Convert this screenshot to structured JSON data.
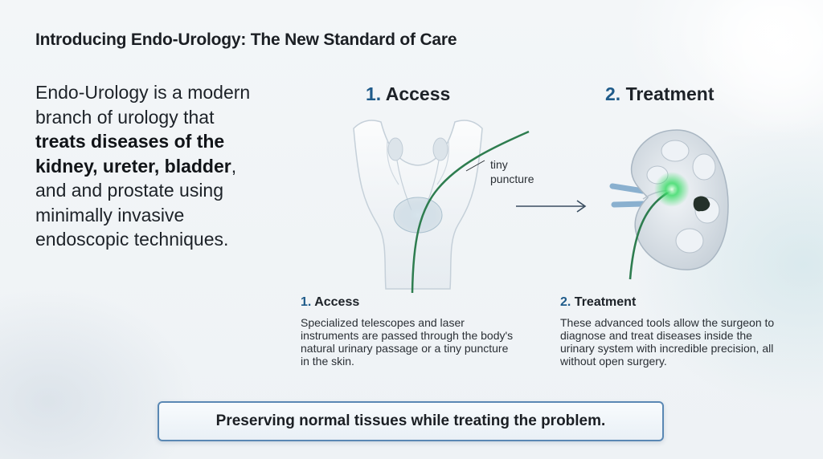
{
  "title": "Introducing Endo-Urology: The New Standard of Care",
  "intro": {
    "p1": "Endo-Urology is a modern branch of urology that ",
    "bold1": "treats diseases of the kidney, ureter, bladder",
    "p2": ", and and prostate using minimally invasive endoscopic techniques."
  },
  "stages": {
    "access": {
      "num": "1.",
      "label": "Access"
    },
    "treatment": {
      "num": "2.",
      "label": "Treatment"
    }
  },
  "puncture_label": "tiny puncture",
  "steps": [
    {
      "num": "1.",
      "title": "Access",
      "text": "Specialized telescopes and laser instruments are passed through the body's natural urinary passage or a tiny puncture in the skin."
    },
    {
      "num": "2.",
      "title": "Treatment",
      "text": "These advanced tools allow the surgeon to diagnose and treat diseases inside the urinary system with incredible precision, all without open surgery."
    }
  ],
  "banner": "Preserving normal tissues while treating the problem.",
  "colors": {
    "accent": "#1f5b8a",
    "scope": "#2e7d4f",
    "laser": "#3ddc6a"
  }
}
